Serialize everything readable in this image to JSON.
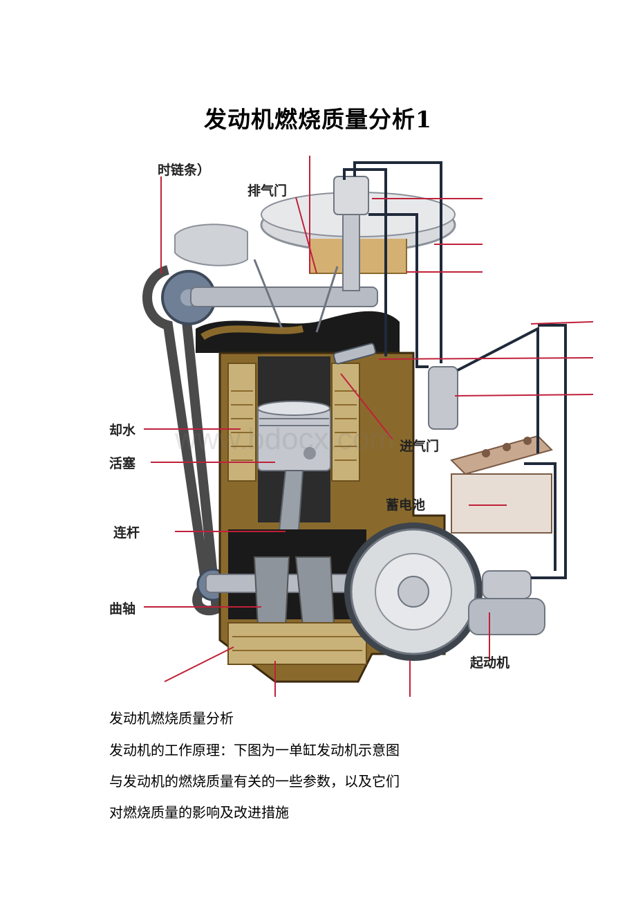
{
  "document": {
    "title": "发动机燃烧质量分析1",
    "paragraphs": [
      "发动机燃烧质量分析",
      "发动机的工作原理：下图为一单缸发动机示意图",
      "与发动机的燃烧质量有关的一些参数，以及它们",
      "对燃烧质量的影响及改进措施"
    ]
  },
  "figure": {
    "labels": {
      "timing_chain": "时链条）",
      "exhaust_valve": "排气门",
      "coolant": "却水",
      "piston": "活塞",
      "connecting_rod": "连杆",
      "crankshaft": "曲轴",
      "intake_valve": "进气门",
      "battery": "蓄电池",
      "starter": "起动机"
    },
    "watermark": "www.bdocx.com",
    "colors": {
      "engine_block": "#8a6a2c",
      "coolant_fill": "#c9b27a",
      "metal": "#b7bcc4",
      "metal_dark": "#6f7580",
      "label_line": "#c0203a",
      "wire": "#1f2a3a",
      "belt": "#4a4a4a"
    }
  }
}
